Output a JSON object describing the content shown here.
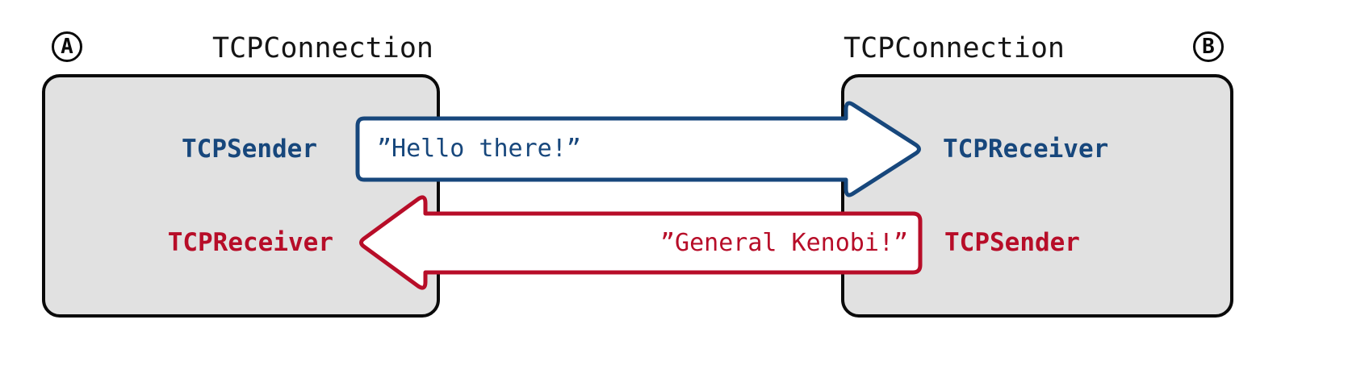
{
  "endpoints": {
    "a": {
      "badge": "A",
      "title": "TCPConnection",
      "top_label": "TCPSender",
      "bottom_label": "TCPReceiver"
    },
    "b": {
      "badge": "B",
      "title": "TCPConnection",
      "top_label": "TCPReceiver",
      "bottom_label": "TCPSender"
    }
  },
  "messages": {
    "a_to_b": {
      "text": "”Hello there!”"
    },
    "b_to_a": {
      "text": "”General Kenobi!”"
    }
  },
  "colors": {
    "blue": "#17477c",
    "red": "#b70d28",
    "box_fill": "#e1e1e1",
    "box_border": "#0a0a0a"
  }
}
